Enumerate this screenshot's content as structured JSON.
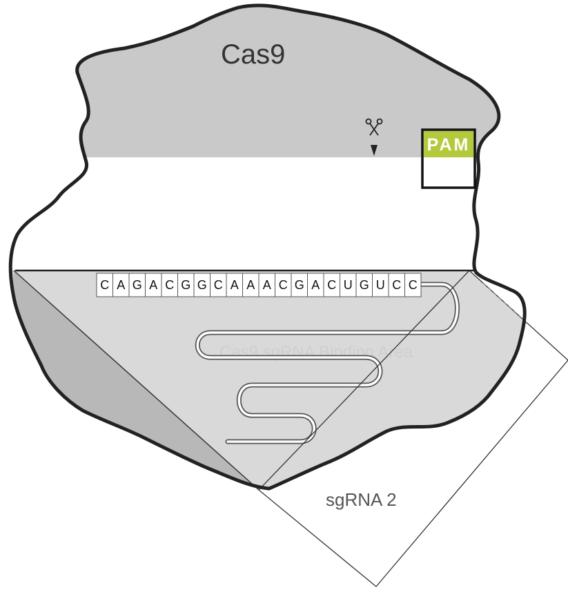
{
  "protein": {
    "label": "Cas9"
  },
  "pam": {
    "label": "PAM",
    "color": "#b5c93c"
  },
  "cut_site": {
    "icon": "scissors-icon",
    "marker": "cleavage-arrow-icon"
  },
  "guide": {
    "sequence": [
      "C",
      "A",
      "G",
      "A",
      "C",
      "G",
      "G",
      "C",
      "A",
      "A",
      "A",
      "C",
      "G",
      "A",
      "C",
      "U",
      "G",
      "U",
      "C",
      "C"
    ],
    "faint_label": "Cas9 sgRNA Binding Area"
  },
  "sgrna": {
    "label": "sgRNA 2"
  },
  "colors": {
    "protein_fill": "#c9c9c9",
    "lower_fill": "#d9d9d9",
    "wedge_fill": "#b8b8b8",
    "outline": "#222222"
  }
}
